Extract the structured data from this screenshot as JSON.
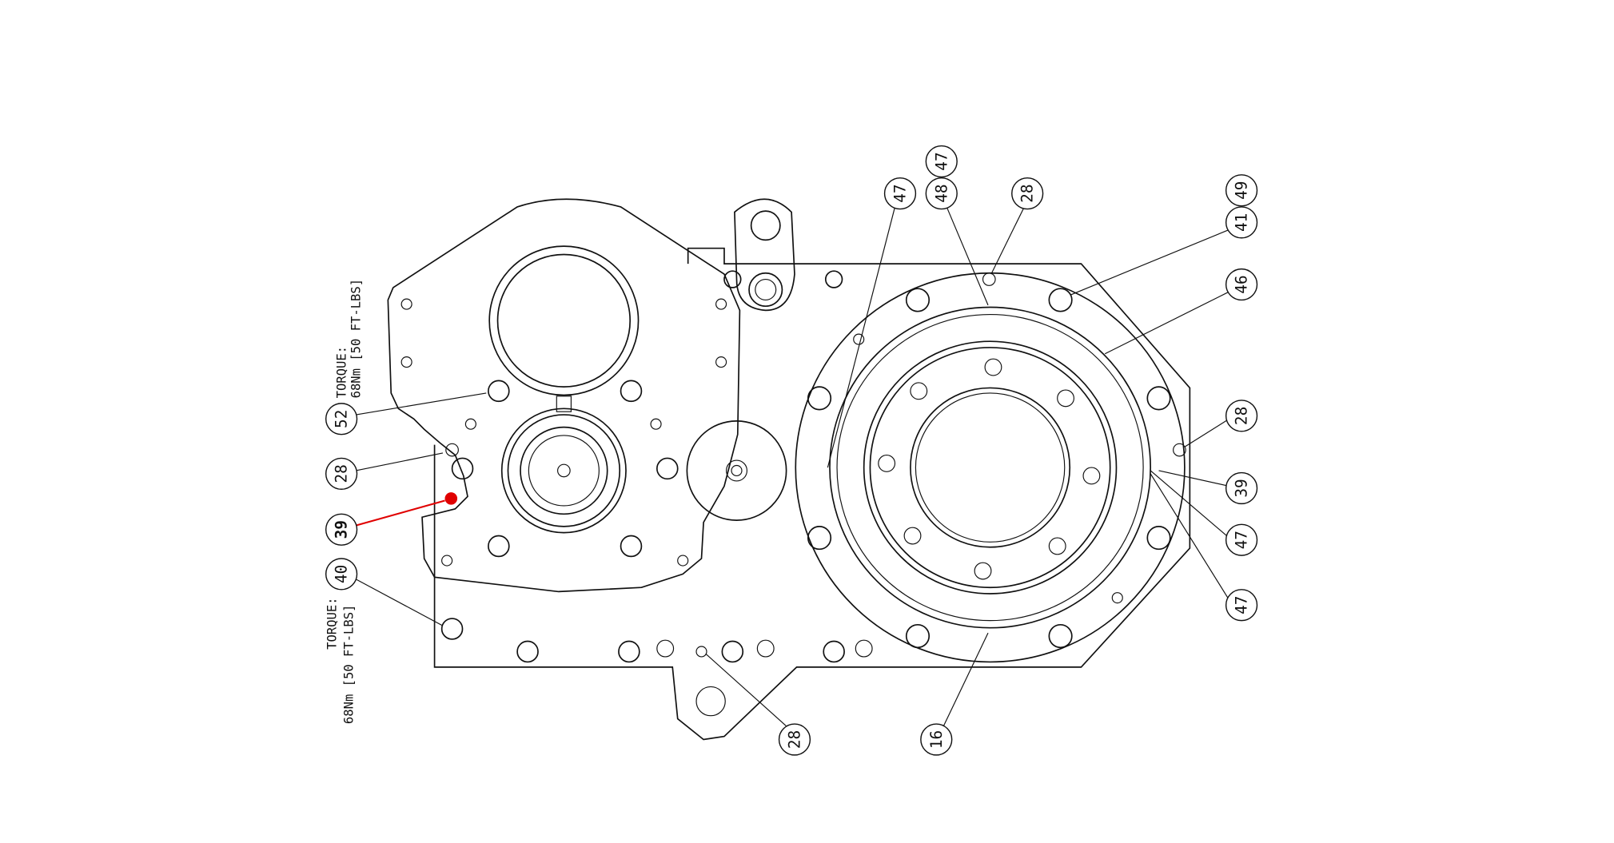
{
  "diagram": {
    "torque_notes": [
      {
        "line1": "TORQUE:",
        "line2": "68Nm [50 FT-LBS]"
      },
      {
        "line1": "TORQUE:",
        "line2": "68Nm [50 FT-LBS]"
      }
    ],
    "callouts": {
      "left": [
        "52",
        "28",
        "39",
        "40"
      ],
      "top": [
        "47",
        "48",
        "47",
        "28"
      ],
      "right": [
        "49",
        "41",
        "46",
        "28",
        "39",
        "47",
        "47"
      ],
      "bottom": [
        "28",
        "16"
      ]
    },
    "highlighted_callout": "39",
    "highlight_color": "#e00000"
  }
}
